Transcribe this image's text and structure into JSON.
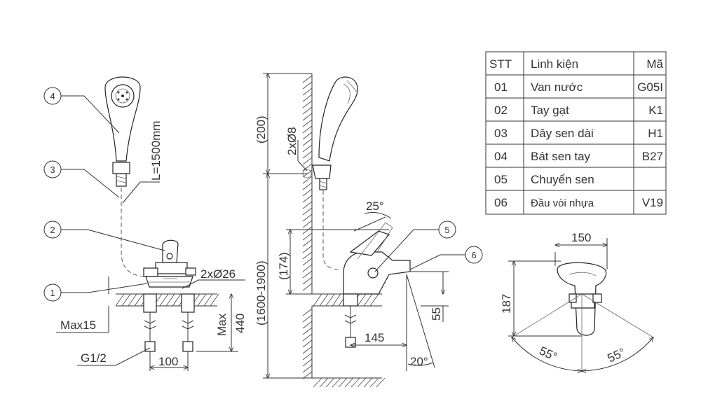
{
  "callouts": {
    "c1": "1",
    "c2": "2",
    "c3": "3",
    "c4": "4",
    "c5": "5",
    "c6": "6"
  },
  "left_view": {
    "hose_length": "L=1500mm",
    "hole_diameter": "2xØ26",
    "max_thickness": "Max15",
    "pipe_max": "Max",
    "pipe_length": "440",
    "thread": "G1/2",
    "spacing": "100"
  },
  "side_view": {
    "top_height": "(200)",
    "bracket_holes": "2xØ8",
    "mount_height": "(1600-1900)",
    "lever_height": "(174)",
    "lever_angle": "25°",
    "spout_height": "55",
    "spout_reach": "145",
    "spout_angle": "20°"
  },
  "top_view": {
    "width": "150",
    "depth": "187",
    "angle_left": "55°",
    "angle_right": "55°"
  },
  "parts_table": {
    "headers": [
      "STT",
      "Linh kiện",
      "Mã"
    ],
    "rows": [
      [
        "01",
        "Van nước",
        "G05I"
      ],
      [
        "02",
        "Tay gạt",
        "K1"
      ],
      [
        "03",
        "Dây sen dài",
        "H1"
      ],
      [
        "04",
        "Bát sen tay",
        "B27"
      ],
      [
        "05",
        "Chuyển sen",
        ""
      ],
      [
        "06",
        "Đầu vòi nhựa",
        "V19"
      ]
    ]
  }
}
